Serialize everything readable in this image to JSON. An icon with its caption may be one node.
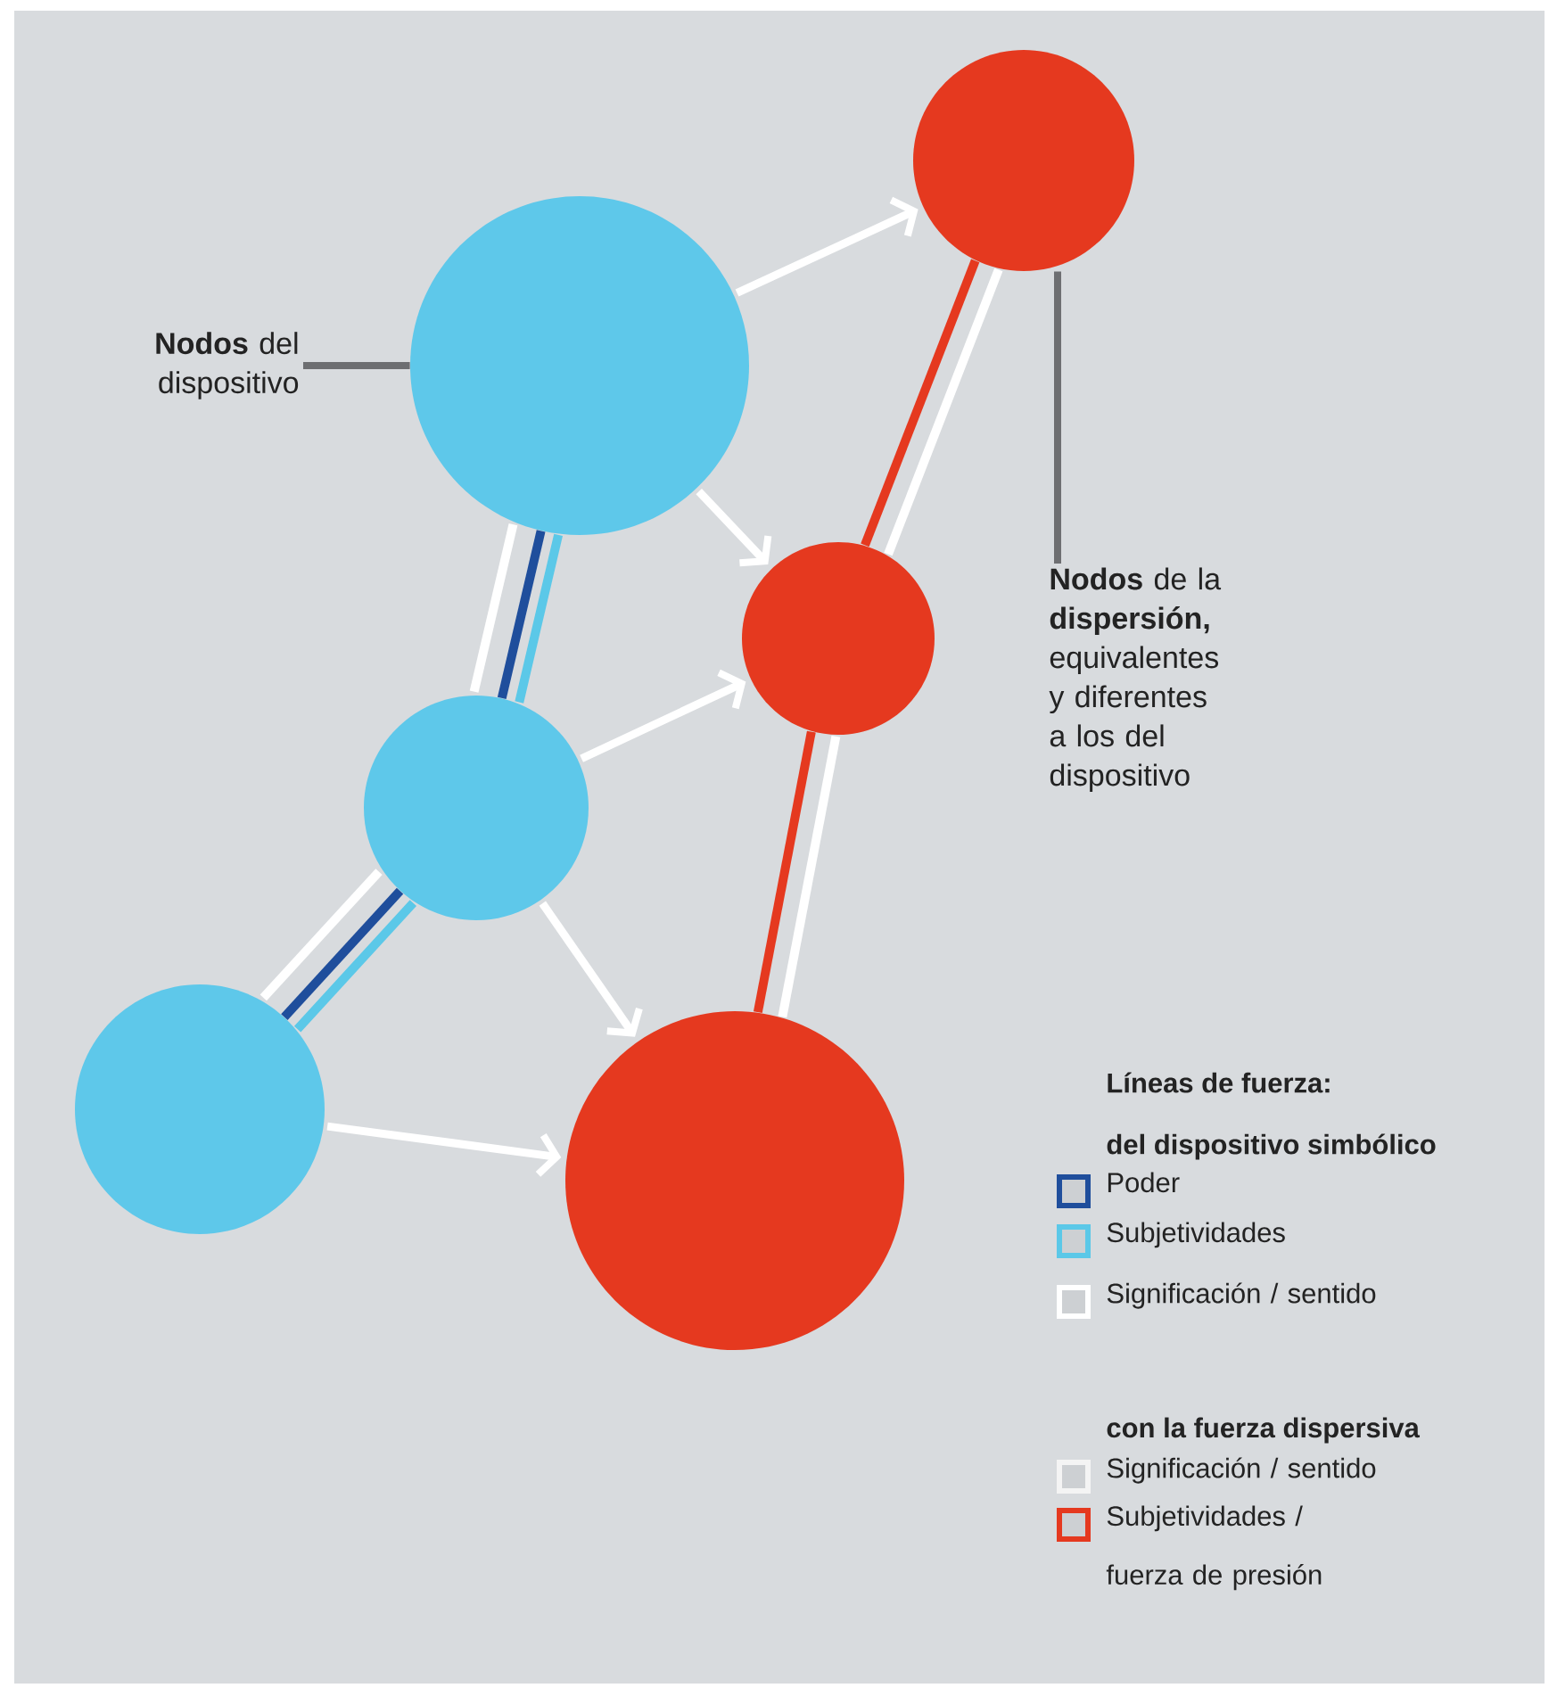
{
  "diagram": {
    "nodes": [
      {
        "text": [
          "**Nodos** del dispositivo"
        ]
      },
      {
        "text": [],
        "shape": "circle"
      },
      {
        "text": [],
        "shape": "circle"
      },
      {
        "text": [],
        "shape": "circle"
      },
      {
        "text": [
          "**Nodos** de la **dispersión,** equivalentes y diferentes a los del dispositivo"
        ]
      },
      {
        "text": [],
        "shape": "circle"
      },
      {
        "text": [],
        "shape": "circle"
      },
      {
        "text": [],
        "shape": "circle"
      }
    ],
    "edges": [
      {
        "from": 0,
        "to": 1,
        "arrow": "none",
        "color": "#6d6e71"
      },
      {
        "from": 4,
        "to": 2,
        "arrow": "none",
        "color": "#6d6e71"
      },
      {
        "from": 1,
        "to": 2,
        "arrow": "to"
      },
      {
        "from": 1,
        "to": 3,
        "arrow": "to"
      },
      {
        "from": 5,
        "to": 3,
        "arrow": "to"
      },
      {
        "from": 5,
        "to": 7,
        "arrow": "to"
      },
      {
        "from": 6,
        "to": 7,
        "arrow": "to"
      },
      {
        "from": 1,
        "to": 5,
        "arrow": "none"
      },
      {
        "from": 1,
        "to": 5,
        "arrow": "none",
        "color": "#1f4e9c"
      },
      {
        "from": 1,
        "to": 5,
        "arrow": "none",
        "color": "#5bc8e8"
      },
      {
        "from": 5,
        "to": 6,
        "arrow": "none"
      },
      {
        "from": 5,
        "to": 6,
        "arrow": "none",
        "color": "#1f4e9c"
      },
      {
        "from": 5,
        "to": 6,
        "arrow": "none",
        "color": "#5bc8e8"
      },
      {
        "from": 2,
        "to": 3,
        "arrow": "none",
        "color": "#e5391f"
      },
      {
        "from": 2,
        "to": 3,
        "arrow": "none"
      },
      {
        "from": 3,
        "to": 7,
        "arrow": "none",
        "color": "#e5391f"
      },
      {
        "from": 3,
        "to": 7,
        "arrow": "none"
      }
    ],
    "labels": [
      "Líneas de fuerza:",
      "del dispositivo simbólico",
      "con la fuerza dispersiva"
    ],
    "legend": [
      {
        "text": "Poder",
        "color": "#1f4e9c"
      },
      {
        "text": "Subjetividades",
        "color": "#5bc8e8"
      },
      {
        "text": "Significación / sentido",
        "color": "#ffffff"
      },
      {
        "text": "Significación / sentido",
        "color": "#f4f4f4"
      },
      {
        "text": "Subjetividades / fuerza de presión",
        "color": "#e5391f"
      }
    ]
  }
}
